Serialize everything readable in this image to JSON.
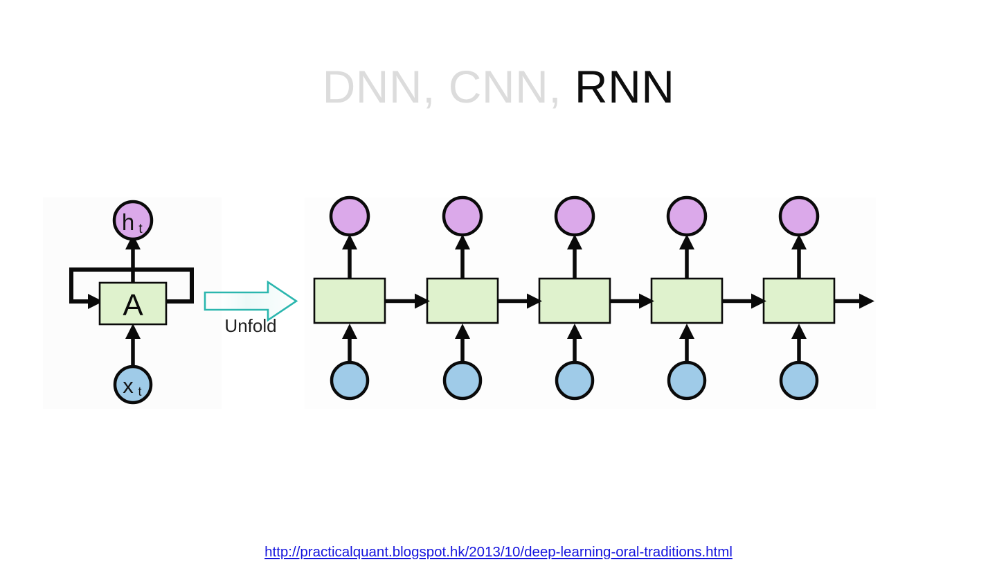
{
  "slide": {
    "title_dim": "DNN, CNN, ",
    "title_highlight": "RNN",
    "background_color": "#ffffff"
  },
  "figure": {
    "name": "rnn-unfold-diagram",
    "colors": {
      "hidden_output_node": "#dba9ea",
      "input_node": "#9fcbe8",
      "cell_box": "#dff2cd",
      "stroke": "#0a0a0a",
      "unfold_arrow": "#2bb6ae",
      "image_plate": "#fcfcfc"
    },
    "folded": {
      "output_label": "h",
      "output_subscript": "t",
      "cell_label": "A",
      "input_label": "x",
      "input_subscript": "t"
    },
    "unfold": {
      "label": "Unfold",
      "label_color": "#1f1f1f"
    },
    "unrolled": {
      "step_count": 5,
      "cells": [
        {
          "index": 1,
          "output_label": "",
          "cell_label": "",
          "input_label": ""
        },
        {
          "index": 2,
          "output_label": "",
          "cell_label": "",
          "input_label": ""
        },
        {
          "index": 3,
          "output_label": "",
          "cell_label": "",
          "input_label": ""
        },
        {
          "index": 4,
          "output_label": "",
          "cell_label": "",
          "input_label": ""
        },
        {
          "index": 5,
          "output_label": "",
          "cell_label": "",
          "input_label": ""
        }
      ],
      "has_trailing_arrow": true
    }
  },
  "source": {
    "url_text": "http://practicalquant.blogspot.hk/2013/10/deep-learning-oral-traditions.html",
    "color": "#1414dd"
  }
}
